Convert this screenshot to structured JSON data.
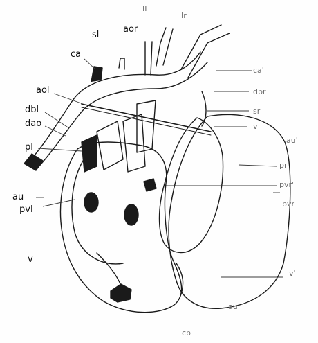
{
  "figure": {
    "ink_color": "#1a1a1a",
    "faint_color": "#7a7a7a",
    "background": "#fefefe"
  },
  "labels": {
    "top_left_i": "II",
    "top_right_ir": "Ir",
    "sl": "sl",
    "aor": "aor",
    "ca": "ca",
    "aol": "aol",
    "dbl": "dbl",
    "dao": "dao",
    "pl": "pl",
    "au": "au",
    "pvl": "pvl",
    "v_left": "v",
    "cp": "cp",
    "ca_prime": "ca'",
    "dbr": "dbr",
    "sr": "sr",
    "v_right": "v",
    "au_prime_upper": "au'",
    "pr": "pr",
    "pvr_prime": "pvr'",
    "pvr": "pvr",
    "v_prime": "v'",
    "au_prime_lower": "au'"
  }
}
